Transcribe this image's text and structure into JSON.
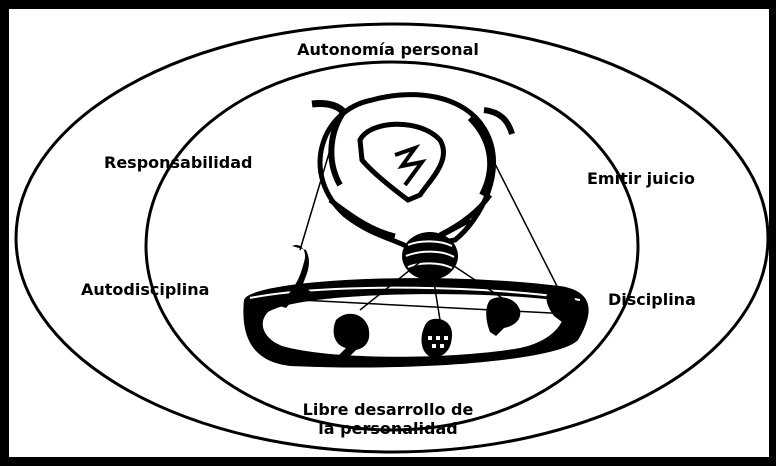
{
  "labels": {
    "top": "Autonomía personal",
    "upper_left": "Responsabilidad",
    "upper_right": "Emitir juicio",
    "lower_left": "Autodisciplina",
    "lower_right": "Disciplina",
    "bottom_line1": "Libre desarrollo de",
    "bottom_line2": "la personalidad"
  },
  "icons": [
    "lightbulb-icon",
    "figure-icon"
  ],
  "colors": {
    "ink": "#000000",
    "background": "#ffffff"
  }
}
